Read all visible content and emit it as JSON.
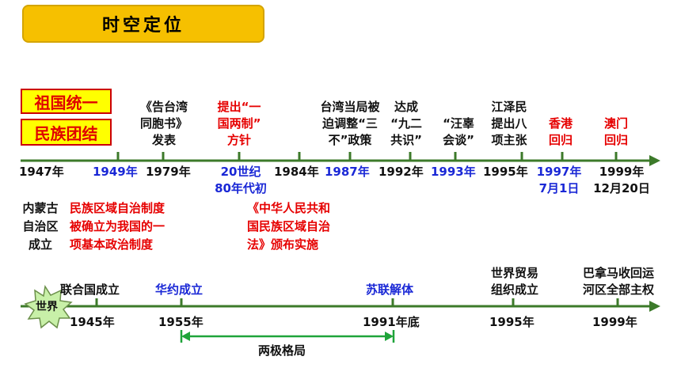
{
  "title": "时空定位",
  "badges": [
    "祖国统一",
    "民族团结"
  ],
  "china_timeline": {
    "years": [
      {
        "text": "1947年",
        "color": "black"
      },
      {
        "text": "1949年",
        "color": "blue"
      },
      {
        "text": "1979年",
        "color": "black"
      },
      {
        "text": "20世纪\n80年代初",
        "color": "blue"
      },
      {
        "text": "1984年",
        "color": "black"
      },
      {
        "text": "1987年",
        "color": "blue"
      },
      {
        "text": "1992年",
        "color": "black"
      },
      {
        "text": "1993年",
        "color": "blue"
      },
      {
        "text": "1995年",
        "color": "black"
      },
      {
        "text": "1997年\n7月1日",
        "color": "blue"
      },
      {
        "text": "1999年\n12月20日",
        "color": "black"
      }
    ],
    "events_above": [
      {
        "text": "《告台湾\n同胞书》\n发表",
        "color": "black"
      },
      {
        "text": "提出“一\n国两制”\n方针",
        "color": "red"
      },
      {
        "text": "台湾当局被\n迫调整“三\n不”政策",
        "color": "black"
      },
      {
        "text": "达成\n“九二\n共识”",
        "color": "black"
      },
      {
        "text": "“汪辜\n会谈”",
        "color": "black"
      },
      {
        "text": "江泽民\n提出八\n项主张",
        "color": "black"
      },
      {
        "text": "香港\n回归",
        "color": "red"
      },
      {
        "text": "澳门\n回归",
        "color": "red"
      }
    ],
    "events_below": [
      {
        "text": "内蒙古\n自治区\n成立",
        "color": "black"
      },
      {
        "text": "民族区域自治制度\n被确立为我国的一\n项基本政治制度",
        "color": "black"
      },
      {
        "text": "《中华人民共和\n国民族区域自治\n法》颁布实施",
        "color": "red"
      }
    ]
  },
  "world_timeline": {
    "label": "世界",
    "years": [
      "1945年",
      "1955年",
      "1991年底",
      "1995年",
      "1999年"
    ],
    "events": [
      {
        "text": "联合国成立",
        "color": "black"
      },
      {
        "text": "华约成立",
        "color": "blue"
      },
      {
        "text": "苏联解体",
        "color": "blue"
      },
      {
        "text": "世界贸易\n组织成立",
        "color": "black"
      },
      {
        "text": "巴拿马收回运\n河区全部主权",
        "color": "black"
      }
    ],
    "span_label": "两极格局"
  }
}
